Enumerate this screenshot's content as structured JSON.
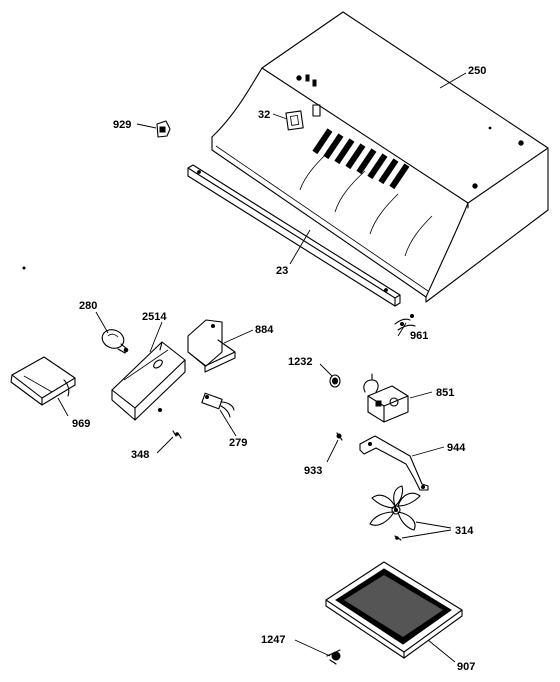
{
  "labels": {
    "p250": "250",
    "p32": "32",
    "p929": "929",
    "p23": "23",
    "p961": "961",
    "p280": "280",
    "p2514": "2514",
    "p884": "884",
    "p969": "969",
    "p348": "348",
    "p279": "279",
    "p1232": "1232",
    "p851": "851",
    "p933": "933",
    "p944": "944",
    "p314": "314",
    "p1247": "1247",
    "p907": "907"
  }
}
